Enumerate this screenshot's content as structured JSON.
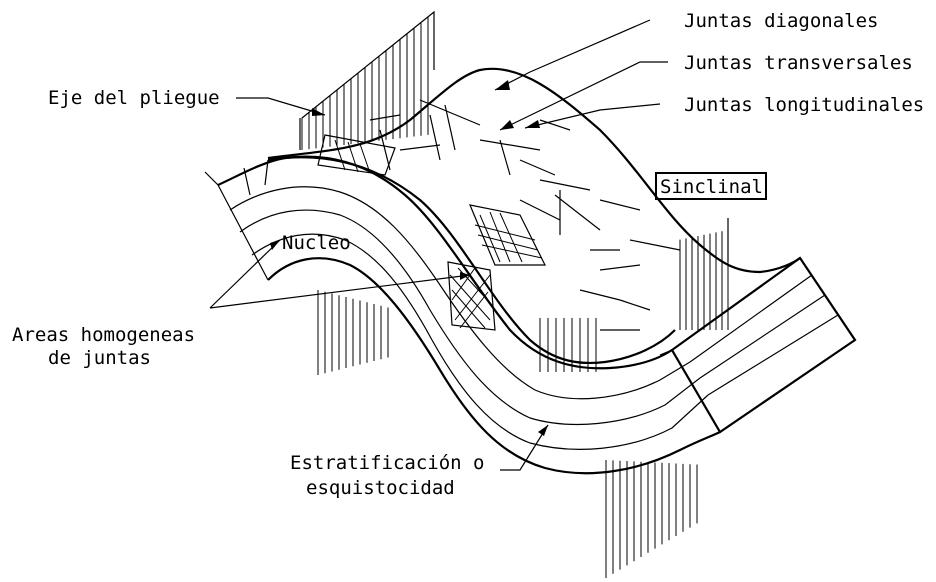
{
  "labels": {
    "juntas_diagonales": "Juntas diagonales",
    "juntas_transversales": "Juntas transversales",
    "juntas_longitudinales": "Juntas longitudinales",
    "eje_del_pliegue": "Eje del pliegue",
    "sinclinal": "Sinclinal",
    "nucleo": "Nucleo",
    "areas_line1": "Areas homogeneas",
    "areas_line2": "de juntas",
    "estrat_line1": "Estratificación o",
    "estrat_line2": "esquistocidad"
  }
}
